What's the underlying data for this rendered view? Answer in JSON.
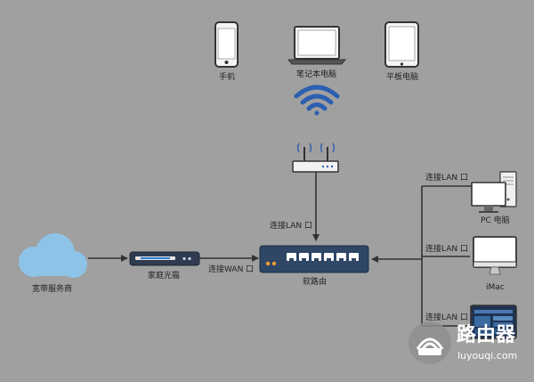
{
  "devices": {
    "phone": "手机",
    "laptop": "笔记本电脑",
    "tablet": "平板电脑",
    "pc": "PC 电脑",
    "imac": "iMac",
    "broadband": "宽带服务商",
    "modem": "家庭光猫",
    "router": "软路由"
  },
  "ports": {
    "wan": "连接WAN 口",
    "lan_top": "连接LAN 口",
    "lan_pc": "连接LAN 口",
    "lan_imac": "连接LAN 口",
    "lan_third": "连接LAN 口"
  },
  "watermark": {
    "brand": "路由器",
    "url": "luyouqi.com"
  },
  "colors": {
    "background": "#a0a0a0",
    "wifi": "#2d5fb0",
    "cloud": "#8ec3e8",
    "router": "#2f4666"
  }
}
